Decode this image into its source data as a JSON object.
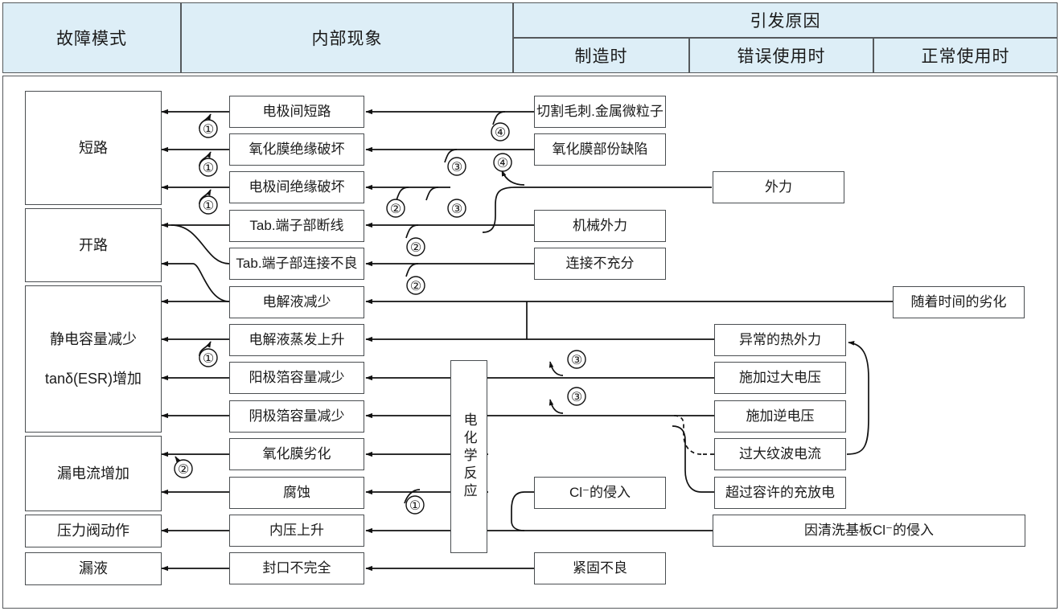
{
  "header": {
    "col_failure_mode": "故障模式",
    "col_internal": "内部现象",
    "col_cause_group": "引发原因",
    "col_cause_manufacture": "制造时",
    "col_cause_misuse": "错误使用时",
    "col_cause_normal": "正常使用时"
  },
  "failure_modes": [
    {
      "label": "短路"
    },
    {
      "label": "开路"
    },
    {
      "label_line1": "静电容量减少",
      "label_line2": "tanδ(ESR)增加"
    },
    {
      "label": "漏电流增加"
    },
    {
      "label": "压力阀动作"
    },
    {
      "label": "漏液"
    }
  ],
  "internal_phenomena": [
    {
      "label": "电极间短路"
    },
    {
      "label": "氧化膜绝缘破坏"
    },
    {
      "label": "电极间绝缘破坏"
    },
    {
      "label": "Tab.端子部断线"
    },
    {
      "label": "Tab.端子部连接不良"
    },
    {
      "label": "电解液减少"
    },
    {
      "label": "电解液蒸发上升"
    },
    {
      "label": "阳极箔容量减少"
    },
    {
      "label": "阴极箔容量减少"
    },
    {
      "label": "氧化膜劣化"
    },
    {
      "label": "腐蚀"
    },
    {
      "label": "内压上升"
    },
    {
      "label": "封口不完全"
    }
  ],
  "reaction_node": {
    "label": "电化学反应"
  },
  "causes_manufacture": [
    {
      "label": "切割毛刺.金属微粒子"
    },
    {
      "label": "氧化膜部份缺陷"
    },
    {
      "label": "机械外力"
    },
    {
      "label": "连接不充分"
    },
    {
      "label": "Cl⁻的侵入"
    },
    {
      "label": "紧固不良"
    }
  ],
  "causes_misuse": [
    {
      "label": "外力"
    },
    {
      "label": "异常的热外力"
    },
    {
      "label": "施加过大电压"
    },
    {
      "label": "施加逆电压"
    },
    {
      "label": "过大纹波电流"
    },
    {
      "label": "超过容许的充放电"
    },
    {
      "label": "因清洗基板Cl⁻的侵入"
    }
  ],
  "causes_normal": [
    {
      "label": "随着时间的劣化"
    }
  ],
  "circle_markers": [
    {
      "id": "m1",
      "label": "①"
    },
    {
      "id": "m2",
      "label": "①"
    },
    {
      "id": "m3",
      "label": "①"
    },
    {
      "id": "m4",
      "label": "②"
    },
    {
      "id": "m5",
      "label": "②"
    },
    {
      "id": "m6",
      "label": "②"
    },
    {
      "id": "m7",
      "label": "③"
    },
    {
      "id": "m8",
      "label": "③"
    },
    {
      "id": "m9",
      "label": "④"
    },
    {
      "id": "m10",
      "label": "④"
    },
    {
      "id": "m11",
      "label": "①"
    },
    {
      "id": "m12",
      "label": "②"
    },
    {
      "id": "m13",
      "label": "③"
    },
    {
      "id": "m14",
      "label": "③"
    },
    {
      "id": "m15",
      "label": "①"
    }
  ],
  "colors": {
    "header_fill": "#ddeef7",
    "border": "#55595c",
    "box_border": "#4a4e51",
    "text": "#1a1a1a",
    "wire": "#111111"
  }
}
